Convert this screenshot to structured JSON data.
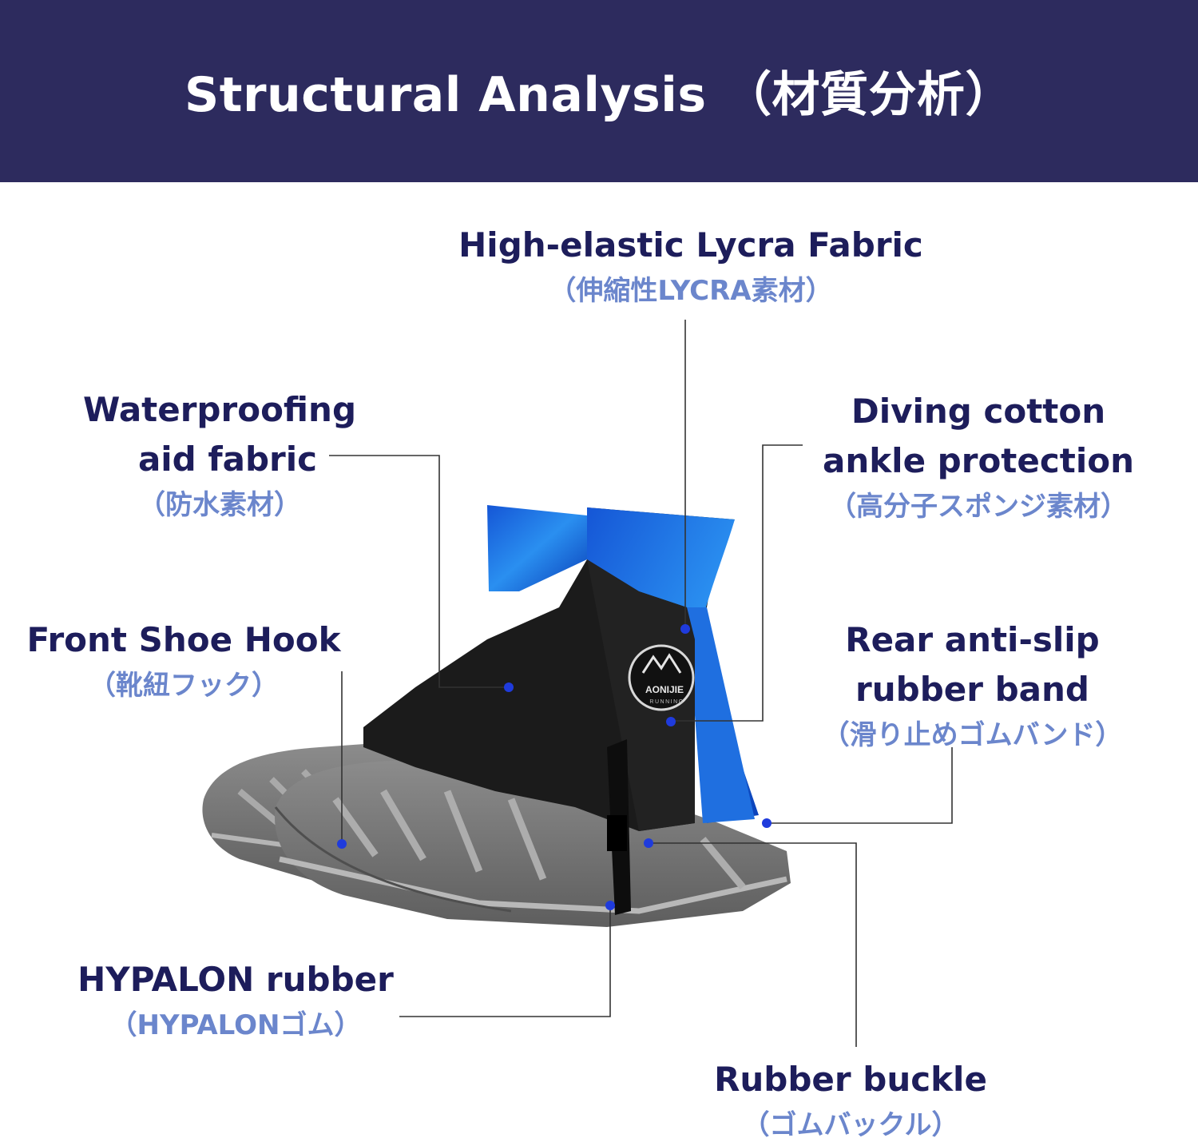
{
  "header": {
    "title": "Structural Analysis （材質分析）"
  },
  "colors": {
    "header_bg": "#2d2b5e",
    "label_en": "#1d1d5b",
    "label_jp": "#6b86cc",
    "marker": "#1f3bdc"
  },
  "product": {
    "brand": "AONIJIE",
    "brand_sub": "RUNNING"
  },
  "callouts": [
    {
      "id": "lycra",
      "en": [
        "High-elastic Lycra Fabric"
      ],
      "jp": "（伸縮性LYCRA素材）"
    },
    {
      "id": "waterproof",
      "en": [
        "Waterproofing",
        "aid fabric"
      ],
      "jp": "（防水素材）"
    },
    {
      "id": "diving",
      "en": [
        "Diving cotton",
        "ankle protection"
      ],
      "jp": "（高分子スポンジ素材）"
    },
    {
      "id": "hook",
      "en": [
        "Front Shoe Hook"
      ],
      "jp": "（靴紐フック）"
    },
    {
      "id": "rear",
      "en": [
        "Rear anti-slip",
        "rubber band"
      ],
      "jp": "（滑り止めゴムバンド）"
    },
    {
      "id": "hypalon",
      "en": [
        "HYPALON rubber"
      ],
      "jp": "（HYPALONゴム）"
    },
    {
      "id": "buckle",
      "en": [
        "Rubber buckle"
      ],
      "jp": "（ゴムバックル）"
    }
  ]
}
